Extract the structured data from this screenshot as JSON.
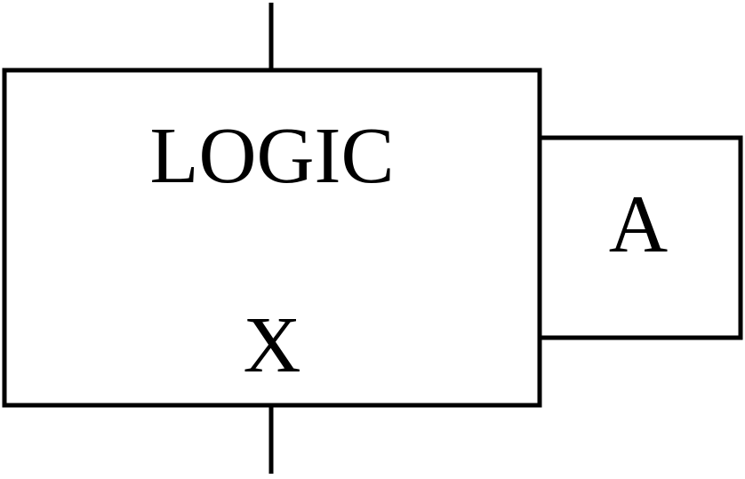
{
  "diagram": {
    "main_block": {
      "title": "LOGIC",
      "sublabel": "X"
    },
    "side_block": {
      "label": "A"
    },
    "colors": {
      "stroke": "#000000",
      "background": "#ffffff"
    }
  }
}
